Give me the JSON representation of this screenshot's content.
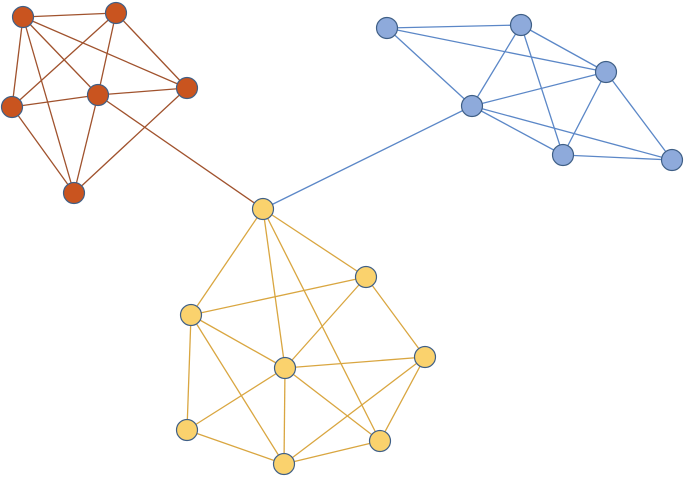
{
  "colors": {
    "background": "#ffffff",
    "node_outline": "#3f5f86"
  },
  "clusters": [
    {
      "id": "orange",
      "fill": "#c9541f",
      "edge_color": "#a0522d",
      "nodes": [
        "o1",
        "o2",
        "o3",
        "o4",
        "o5",
        "o6"
      ],
      "edges": [
        [
          "o1",
          "o2"
        ],
        [
          "o1",
          "o4"
        ],
        [
          "o1",
          "o5"
        ],
        [
          "o1",
          "o6"
        ],
        [
          "o1",
          "o3"
        ],
        [
          "o2",
          "o3"
        ],
        [
          "o2",
          "o4"
        ],
        [
          "o2",
          "o5"
        ],
        [
          "o3",
          "o4"
        ],
        [
          "o3",
          "o6"
        ],
        [
          "o4",
          "o5"
        ],
        [
          "o4",
          "o6"
        ],
        [
          "o5",
          "o6"
        ]
      ]
    },
    {
      "id": "blue",
      "fill": "#8eaadb",
      "edge_color": "#5b87c7",
      "nodes": [
        "b1",
        "b2",
        "b3",
        "b4",
        "b5",
        "b6"
      ],
      "edges": [
        [
          "b1",
          "b2"
        ],
        [
          "b1",
          "b3"
        ],
        [
          "b1",
          "b4"
        ],
        [
          "b2",
          "b3"
        ],
        [
          "b2",
          "b4"
        ],
        [
          "b2",
          "b5"
        ],
        [
          "b3",
          "b4"
        ],
        [
          "b3",
          "b5"
        ],
        [
          "b3",
          "b6"
        ],
        [
          "b4",
          "b5"
        ],
        [
          "b4",
          "b6"
        ],
        [
          "b5",
          "b6"
        ]
      ]
    },
    {
      "id": "yellow",
      "fill": "#fad26d",
      "edge_color": "#d9a640",
      "nodes": [
        "y0",
        "y1",
        "y2",
        "y3",
        "y4",
        "y5",
        "y6",
        "y7"
      ],
      "edges": [
        [
          "y0",
          "y1"
        ],
        [
          "y0",
          "y2"
        ],
        [
          "y0",
          "y3"
        ],
        [
          "y0",
          "y6"
        ],
        [
          "y1",
          "y2"
        ],
        [
          "y1",
          "y3"
        ],
        [
          "y1",
          "y4"
        ],
        [
          "y2",
          "y3"
        ],
        [
          "y2",
          "y5"
        ],
        [
          "y2",
          "y7"
        ],
        [
          "y3",
          "y4"
        ],
        [
          "y3",
          "y5"
        ],
        [
          "y3",
          "y6"
        ],
        [
          "y3",
          "y7"
        ],
        [
          "y4",
          "y6"
        ],
        [
          "y4",
          "y7"
        ],
        [
          "y5",
          "y7"
        ],
        [
          "y6",
          "y7"
        ]
      ]
    }
  ],
  "bridges": [
    {
      "from": "y0",
      "to": "o4",
      "color": "#a0522d"
    },
    {
      "from": "y0",
      "to": "b4",
      "color": "#5b87c7"
    }
  ]
}
